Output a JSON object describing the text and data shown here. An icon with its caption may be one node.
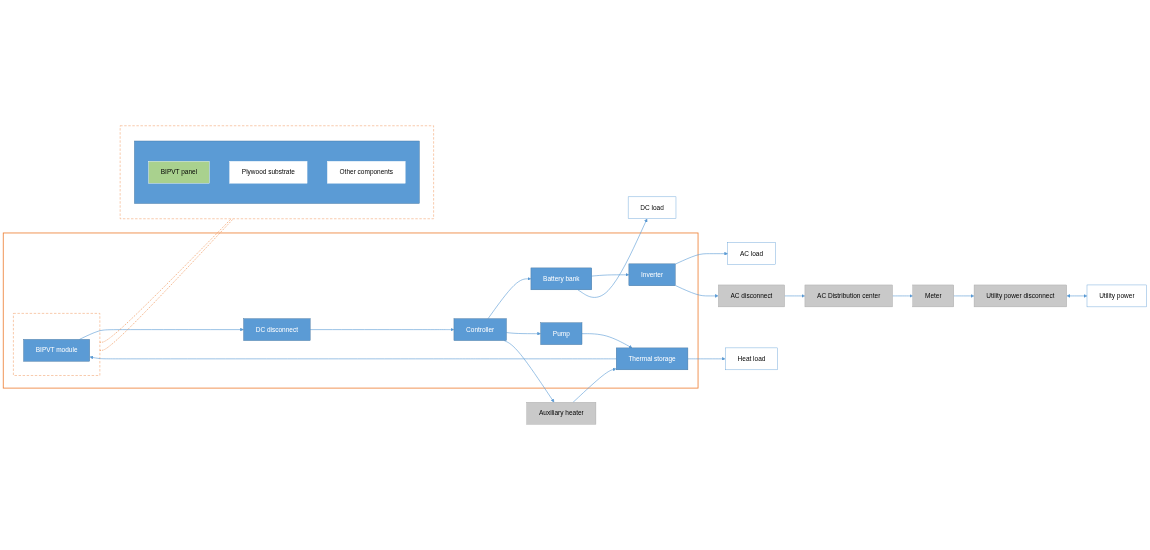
{
  "diagram": {
    "nodes": [
      {
        "text": [],
        "shape": "box"
      },
      {
        "text": [],
        "shape": "box",
        "in": 0
      },
      {
        "text": [
          "BIPVT module"
        ],
        "in": 1
      },
      {
        "text": [
          "Pump"
        ],
        "in": 0
      },
      {
        "text": [
          "DC disconnect"
        ],
        "in": 0
      },
      {
        "text": [
          "Inverter"
        ],
        "in": 0
      },
      {
        "text": [
          "Thermal storage"
        ],
        "in": 0
      },
      {
        "text": [
          "Controller"
        ],
        "in": 0
      },
      {
        "text": [
          "Battery bank"
        ],
        "in": 0
      },
      {
        "text": [],
        "shape": "box"
      },
      {
        "text": [],
        "shape": "box",
        "in": 9
      },
      {
        "text": [
          "BIPVT panel"
        ],
        "in": 10
      },
      {
        "text": [
          "Plywood substrate"
        ],
        "in": 10
      },
      {
        "text": [
          "Other components"
        ],
        "in": 10
      },
      {
        "text": [
          "AC load"
        ]
      },
      {
        "text": [
          "AC disconnect"
        ]
      },
      {
        "text": [
          "AC Distribution center"
        ]
      },
      {
        "text": [
          "Meter"
        ]
      },
      {
        "text": [
          "Utility power disconnect"
        ]
      },
      {
        "text": [
          "Utility power"
        ]
      },
      {
        "text": [
          "Heat load"
        ]
      },
      {
        "text": [
          "Auxiliary heater"
        ]
      },
      {
        "text": [
          "DC load"
        ]
      }
    ],
    "edges": [
      {
        "from": 3,
        "to": 6,
        "arrow": "to"
      },
      {
        "from": 6,
        "to": 2,
        "arrow": "to"
      },
      {
        "from": 2,
        "to": 4,
        "arrow": "to"
      },
      {
        "from": 4,
        "to": 7,
        "arrow": "to"
      },
      {
        "from": 7,
        "to": 8,
        "arrow": "to"
      },
      {
        "from": 7,
        "to": 3,
        "arrow": "to"
      },
      {
        "from": 7,
        "to": 21,
        "arrow": "to"
      },
      {
        "from": 8,
        "to": 5,
        "arrow": "to"
      },
      {
        "from": 8,
        "to": 22,
        "arrow": "to"
      },
      {
        "from": 5,
        "to": 14,
        "arrow": "to"
      },
      {
        "from": 5,
        "to": 15,
        "arrow": "to"
      },
      {
        "from": 15,
        "to": 16,
        "arrow": "to"
      },
      {
        "from": 16,
        "to": 17,
        "arrow": "to"
      },
      {
        "from": 17,
        "to": 18,
        "arrow": "to"
      },
      {
        "from": 18,
        "to": 19,
        "arrow": "both"
      },
      {
        "from": 6,
        "to": 20,
        "arrow": "to"
      },
      {
        "from": 21,
        "to": 6,
        "arrow": "to"
      },
      {
        "from": 1,
        "to": 9,
        "arrow": "none",
        "style": "dashed",
        "color": "#ed7d31"
      },
      {
        "from": 1,
        "to": 9,
        "arrow": "none",
        "style": "dashed",
        "color": "#ed7d31"
      }
    ]
  }
}
